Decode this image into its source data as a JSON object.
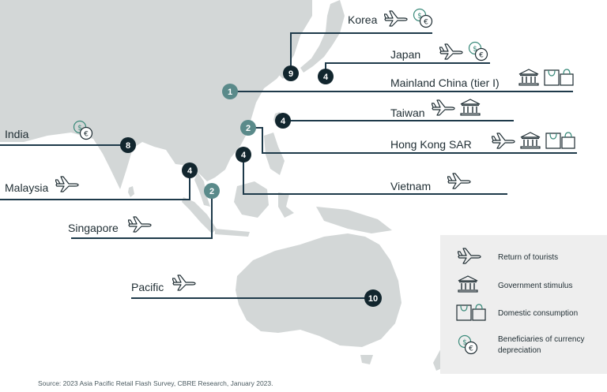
{
  "markets": [
    {
      "name": "Korea",
      "rank": "9",
      "icons": [
        "plane-icon",
        "currency-icon"
      ]
    },
    {
      "name": "Japan",
      "rank": "4",
      "icons": [
        "plane-icon",
        "currency-icon"
      ]
    },
    {
      "name": "Mainland China (tier I)",
      "rank": "1",
      "icons": [
        "bank-icon",
        "shopping-bags-icon"
      ]
    },
    {
      "name": "Taiwan",
      "rank": "4",
      "icons": [
        "plane-icon",
        "bank-icon"
      ]
    },
    {
      "name": "Hong Kong SAR",
      "rank": "2",
      "icons": [
        "plane-icon",
        "bank-icon",
        "shopping-bags-icon"
      ]
    },
    {
      "name": "Vietnam",
      "rank": "4",
      "icons": [
        "plane-icon"
      ]
    },
    {
      "name": "India",
      "rank": "8",
      "icons": [
        "currency-icon"
      ]
    },
    {
      "name": "Malaysia",
      "rank": "4",
      "icons": [
        "plane-icon"
      ]
    },
    {
      "name": "Singapore",
      "rank": "2",
      "icons": [
        "plane-icon"
      ]
    },
    {
      "name": "Pacific",
      "rank": "10",
      "icons": [
        "plane-icon"
      ]
    }
  ],
  "legend": {
    "items": [
      {
        "icon": "plane-icon",
        "label": "Return of tourists"
      },
      {
        "icon": "bank-icon",
        "label": "Government stimulus"
      },
      {
        "icon": "shopping-bags-icon",
        "label": "Domestic consumption"
      },
      {
        "icon": "currency-icon",
        "label": "Beneficiaries of currency depreciation"
      }
    ]
  },
  "source": "Source: 2023 Asia Pacific Retail Flash Survey, CBRE Research, January 2023.",
  "colors": {
    "land": "#d3d7d7",
    "line": "#1e3a4a",
    "dark_marker": "#12262e",
    "teal_marker": "#5a8a8a",
    "icon_green": "#3a8a7a",
    "legend_bg": "#eeeeee"
  }
}
